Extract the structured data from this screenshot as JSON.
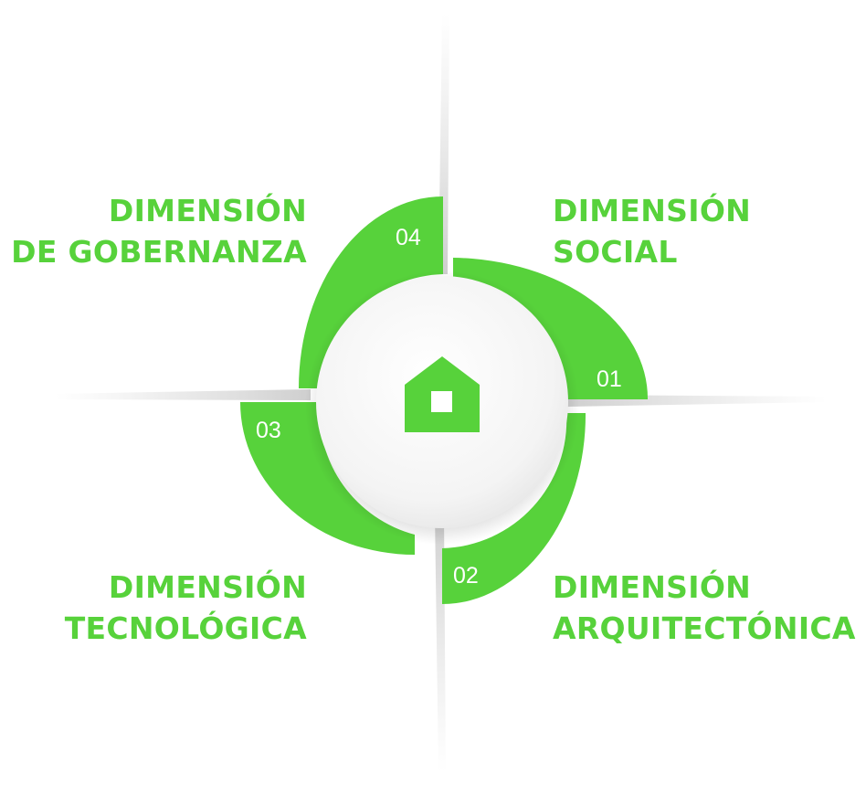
{
  "colors": {
    "accent": "#57d23b",
    "label": "#57d23b",
    "hub": "#f3f3f3",
    "background": "#ffffff"
  },
  "center": {
    "icon": "house-icon"
  },
  "dimensions": [
    {
      "number": "01",
      "line1": "DIMENSIÓN",
      "line2": "SOCIAL"
    },
    {
      "number": "02",
      "line1": "DIMENSIÓN",
      "line2": "ARQUITECTÓNICA"
    },
    {
      "number": "03",
      "line1": "DIMENSIÓN",
      "line2": "TECNOLÓGICA"
    },
    {
      "number": "04",
      "line1": "DIMENSIÓN",
      "line2": "DE GOBERNANZA"
    }
  ]
}
